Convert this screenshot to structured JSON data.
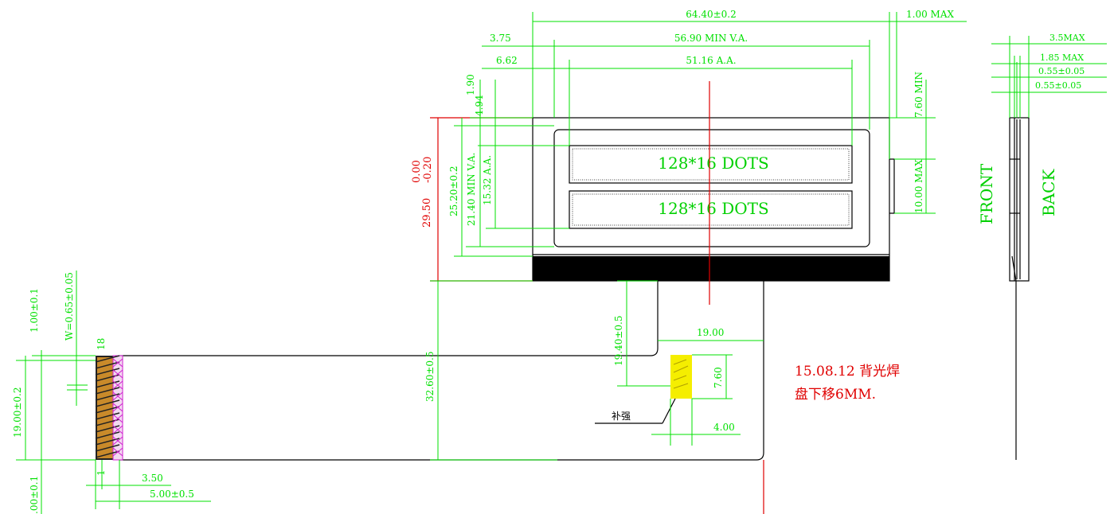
{
  "display": {
    "row1_label": "128*16 DOTS",
    "row2_label": "128*16 DOTS"
  },
  "dimensions": {
    "outline_width": "64.40±0.2",
    "va_width": "56.90 MIN V.A.",
    "aa_width": "51.16 A.A.",
    "left_va_offset": "3.75",
    "left_aa_offset": "6.62",
    "thickness_max": "1.00 MAX",
    "top_offset_1": "1.90",
    "top_offset_2": "4.94",
    "outline_height": "29.50",
    "outline_height_tol_upper": "0.00",
    "outline_height_tol_lower": "-0.20",
    "glass_height": "25.20±0.2",
    "va_height": "21.40 MIN V.A.",
    "aa_height": "15.32 A.A.",
    "right_min": "7.60 MIN",
    "right_max": "10.00 MAX",
    "fpc_length": "32.60±0.5",
    "fpc_offset": "19.40±0.5",
    "fpc_width": "19.00",
    "stiffener_height": "7.60",
    "stiffener_offset": "4.00",
    "pitch": "1.00±0.1",
    "pin_width": "W=0.65±0.05",
    "pin_count": "18",
    "pin1": "1",
    "fpc_total_width": "19.00±0.2",
    "pitch_bottom": ".00±0.1",
    "gold_finger": "3.50",
    "fpc_end": "5.00±0.5"
  },
  "side_view": {
    "total_thickness": "3.5MAX",
    "module_thickness": "1.85 MAX",
    "polarizer_1": "0.55±0.05",
    "polarizer_2": "0.55±0.05",
    "front_label": "FRONT",
    "back_label": "BACK"
  },
  "annotations": {
    "stiffener_label": "补强",
    "note_line1": "15.08.12 背光焊",
    "note_line2": "盘下移6MM."
  }
}
